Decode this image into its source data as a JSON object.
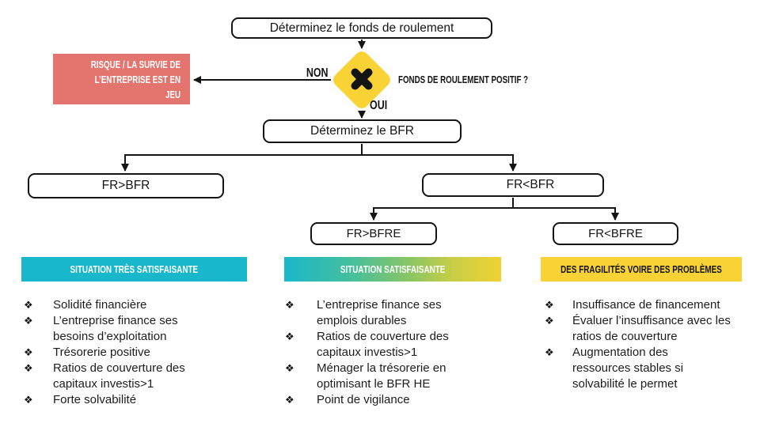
{
  "flow": {
    "start": "Déterminez le fonds de roulement",
    "decision_question": "FONDS DE ROULEMENT POSITIF ?",
    "no_label": "NON",
    "yes_label": "OUI",
    "risk_box": "RISQUE / LA SURVIE DE\nL’ENTREPRISE EST EN JEU",
    "bfr": "Déterminez le BFR",
    "fr_gt_bfr": "FR>BFR",
    "fr_lt_bfr": "FR<BFR",
    "fr_gt_bfre": "FR>BFRE",
    "fr_lt_bfre": "FR<BFRE"
  },
  "lists": {
    "bullet": "❖"
  },
  "columns": [
    {
      "header": "SITUATION TRÈS SATISFAISANTE",
      "items": [
        "Solidité financière",
        "L’entreprise finance ses\nbesoins d’exploitation",
        "Trésorerie positive",
        "Ratios de couverture des\ncapitaux investis>1",
        "Forte solvabilité"
      ]
    },
    {
      "header": "SITUATION SATISFAISANTE",
      "items": [
        "L’entreprise finance ses\nemplois durables",
        "Ratios de couverture des\ncapitaux investis>1",
        "Ménager la trésorerie en\noptimisant le BFR HE",
        "Point de vigilance"
      ]
    },
    {
      "header": "DES FRAGILITÉS VOIRE DES PROBLÈMES",
      "items": [
        "Insuffisance de financement",
        "Évaluer l’insuffisance avec les\nratios de couverture",
        "Augmentation des\nressources stables si\nsolvabilité le permet"
      ]
    }
  ],
  "colors": {
    "yellow": "#F9D336",
    "cyan": "#19B7CB",
    "red": "#E4756E",
    "gradient_mid_green": "#8AC664",
    "line": "#141414"
  }
}
